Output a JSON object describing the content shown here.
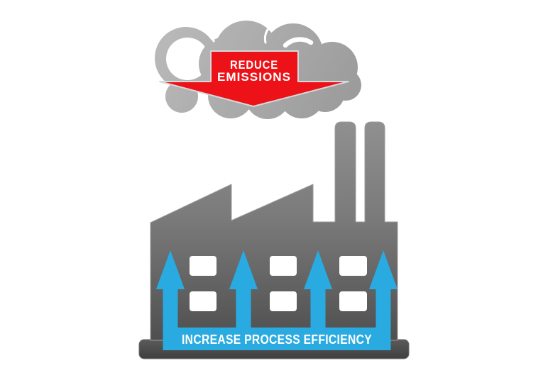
{
  "infographic": {
    "cloud_arrow": {
      "line1": "REDUCE",
      "line2": "EMISSIONS"
    },
    "banner": {
      "label": "INCREASE PROCESS EFFICIENCY"
    }
  },
  "colors": {
    "background": "#FFFFFF",
    "red": "#ED1118",
    "blue": "#29ABE2",
    "label_text": "#FFFFFF",
    "window_white": "#FFFFFF",
    "cloud_light": "#B9B9B9",
    "cloud_dark": "#9C9C9C",
    "factory_top": "#909090",
    "factory_mid": "#7A7A7A",
    "factory_bottom": "#4A4A4A",
    "base_top": "#5A5A5A",
    "base_bottom": "#3E3E3E"
  }
}
